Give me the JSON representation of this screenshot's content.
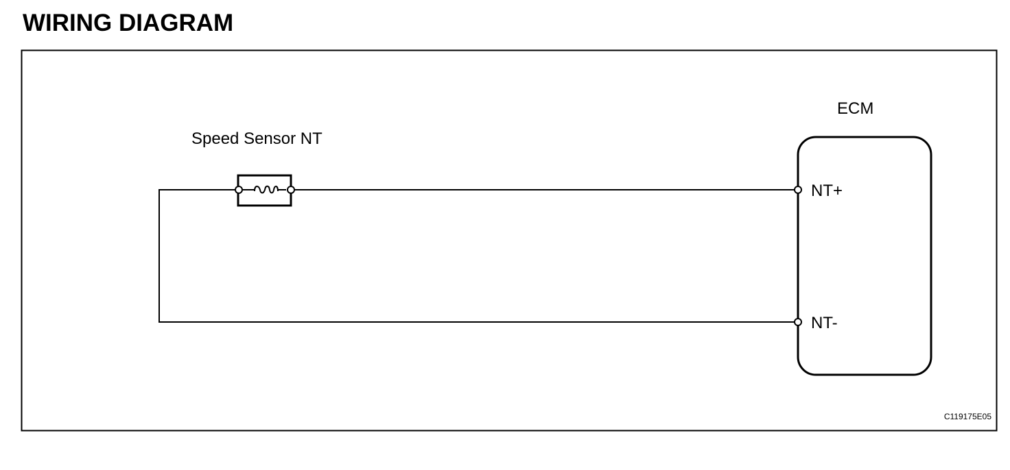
{
  "header": {
    "title": "WIRING DIAGRAM"
  },
  "diagram": {
    "sensor": {
      "label": "Speed Sensor NT",
      "symbol": "coil-icon"
    },
    "ecm": {
      "label": "ECM",
      "terminals": [
        {
          "label": "NT+"
        },
        {
          "label": "NT-"
        }
      ]
    },
    "figure_code": "C119175E05",
    "line_color": "#000000"
  }
}
